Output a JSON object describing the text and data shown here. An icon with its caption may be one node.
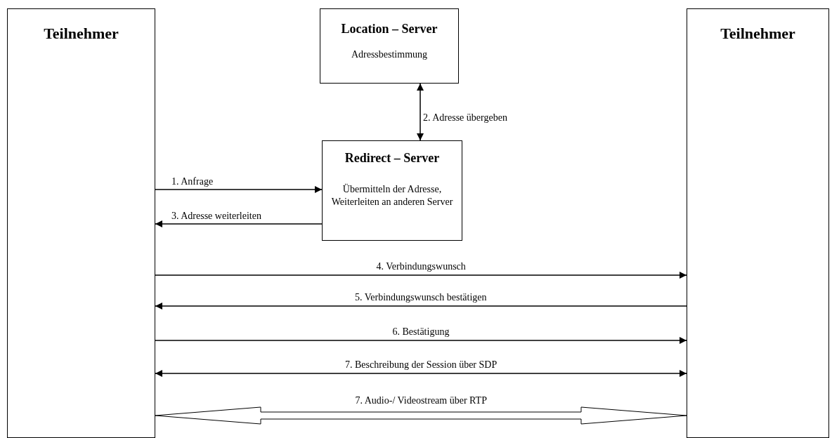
{
  "diagram": {
    "nodes": [
      {
        "text": [
          "Teilnehmer"
        ]
      },
      {
        "text": [
          "Location – Server",
          "Adressbestimmung"
        ]
      },
      {
        "text": [
          "Redirect – Server",
          "Übermitteln der Adresse, Weiterleiten an anderen Server"
        ]
      },
      {
        "text": [
          "Teilnehmer"
        ]
      }
    ],
    "edges": [
      {
        "from": 1,
        "to": 2,
        "arrow": "both",
        "label": "2. Adresse übergeben"
      },
      {
        "from": 0,
        "to": 2,
        "arrow": "to",
        "label": "1. Anfrage"
      },
      {
        "from": 2,
        "to": 0,
        "arrow": "to",
        "label": "3. Adresse weiterleiten"
      },
      {
        "from": 0,
        "to": 3,
        "arrow": "to",
        "label": "4. Verbindungswunsch"
      },
      {
        "from": 3,
        "to": 0,
        "arrow": "to",
        "label": "5. Verbindungswunsch bestätigen"
      },
      {
        "from": 0,
        "to": 3,
        "arrow": "to",
        "label": "6. Bestätigung"
      },
      {
        "from": 0,
        "to": 3,
        "arrow": "both",
        "label": "7. Beschreibung der Session über SDP"
      },
      {
        "from": 0,
        "to": 3,
        "arrow": "both",
        "label": "7. Audio-/ Videostream über RTP",
        "style": "thick"
      }
    ]
  }
}
